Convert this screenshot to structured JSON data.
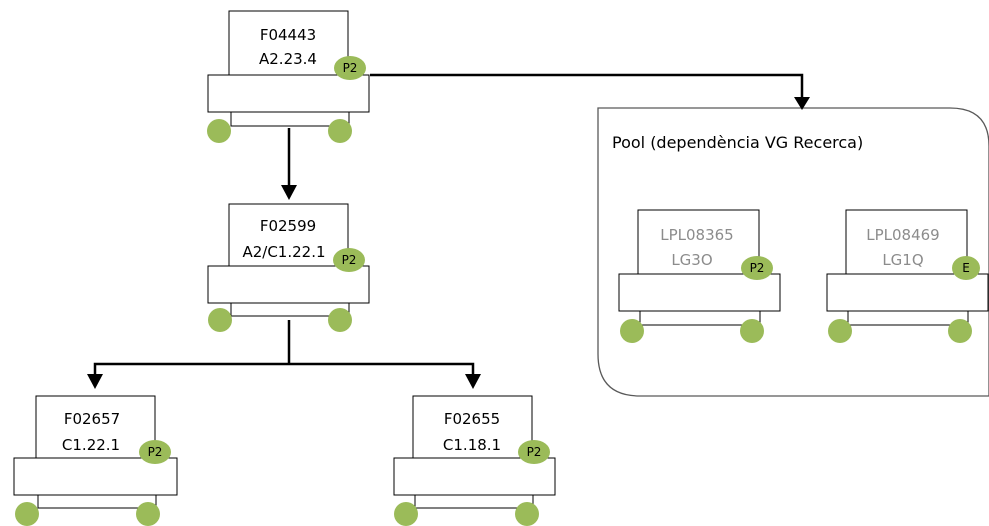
{
  "colors": {
    "badge": "#9bbb59",
    "line": "#000000",
    "box_stroke": "#000000",
    "muted_text": "#8c8c8c",
    "pool_stroke": "#595959"
  },
  "devices": {
    "f04443": {
      "id": "F04443",
      "code": "A2.23.4",
      "badge": "P2"
    },
    "f02599": {
      "id": "F02599",
      "code": "A2/C1.22.1",
      "badge": "P2"
    },
    "f02657": {
      "id": "F02657",
      "code": "C1.22.1",
      "badge": "P2"
    },
    "f02655": {
      "id": "F02655",
      "code": "C1.18.1",
      "badge": "P2"
    },
    "lpl08365": {
      "id": "LPL08365",
      "code": "LG3O",
      "badge": "P2"
    },
    "lpl08469": {
      "id": "LPL08469",
      "code": "LG1Q",
      "badge": "E"
    }
  },
  "pool": {
    "label": "Pool (dependència VG Recerca)"
  }
}
